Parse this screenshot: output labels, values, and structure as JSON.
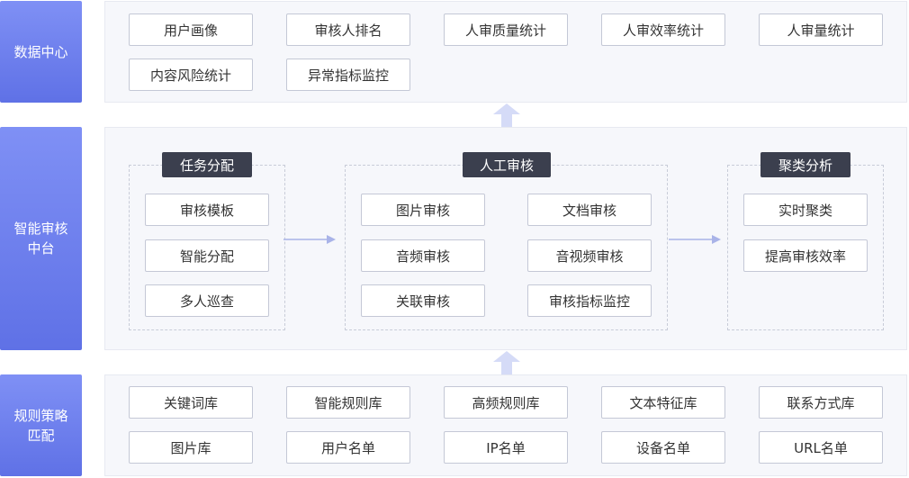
{
  "layers": {
    "data_center": {
      "label": "数据中心",
      "items": [
        "用户画像",
        "审核人排名",
        "人审质量统计",
        "人审效率统计",
        "人审量统计",
        "内容风险统计",
        "异常指标监控"
      ]
    },
    "middle": {
      "label_line1": "智能审核",
      "label_line2": "中台",
      "task": {
        "title": "任务分配",
        "items": [
          "审核模板",
          "智能分配",
          "多人巡查"
        ]
      },
      "manual": {
        "title": "人工审核",
        "items": [
          "图片审核",
          "文档审核",
          "音频审核",
          "音视频审核",
          "关联审核",
          "审核指标监控"
        ]
      },
      "cluster": {
        "title": "聚类分析",
        "items": [
          "实时聚类",
          "提高审核效率"
        ]
      }
    },
    "rules": {
      "label_line1": "规则策略",
      "label_line2": "匹配",
      "items": [
        "关键词库",
        "智能规则库",
        "高频规则库",
        "文本特征库",
        "联系方式库",
        "图片库",
        "用户名单",
        "IP名单",
        "设备名单",
        "URL名单"
      ]
    }
  },
  "colors": {
    "sidebar": "#6a7cf0",
    "tag": "#3b3f4e",
    "arrow": "#d5dbf7"
  }
}
